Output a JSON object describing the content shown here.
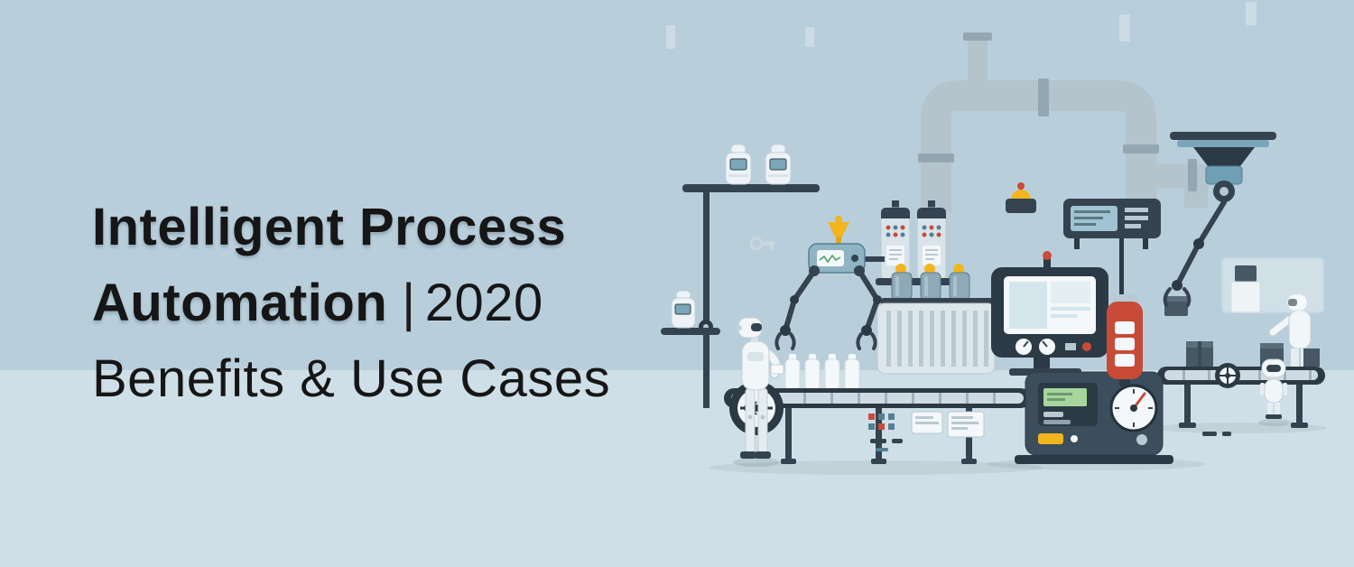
{
  "banner": {
    "title": {
      "line1": "Intelligent Process",
      "line2_emphasis": "Automation",
      "line2_separator": "|",
      "line2_year": "2020",
      "line3": "Benefits & Use Cases"
    }
  },
  "illustration": {
    "scene": "industrial-automation",
    "elements": [
      "shelf-robots",
      "robotic-arm",
      "pipes",
      "control-towers",
      "beacon-light",
      "control-console",
      "striped-machine",
      "monitor-machine",
      "red-scanner-device",
      "left-conveyor",
      "humanoid-robot",
      "gauge-machine",
      "overhead-crane",
      "right-conveyor",
      "worker-robot",
      "small-floor-robot"
    ]
  },
  "colors": {
    "background_upper": "#b9cedb",
    "background_lower": "#cfdfe7",
    "title_text": "#161616",
    "illustration_dark": "#2c3a45",
    "illustration_slate": "#34434f",
    "illustration_light": "#f1f6f8",
    "accent_teal": "#7ba6ba",
    "accent_yellow": "#f2b51d",
    "accent_red": "#c84b37",
    "accent_green": "#a6d69c",
    "pipe_gray": "#b3c4cd"
  }
}
